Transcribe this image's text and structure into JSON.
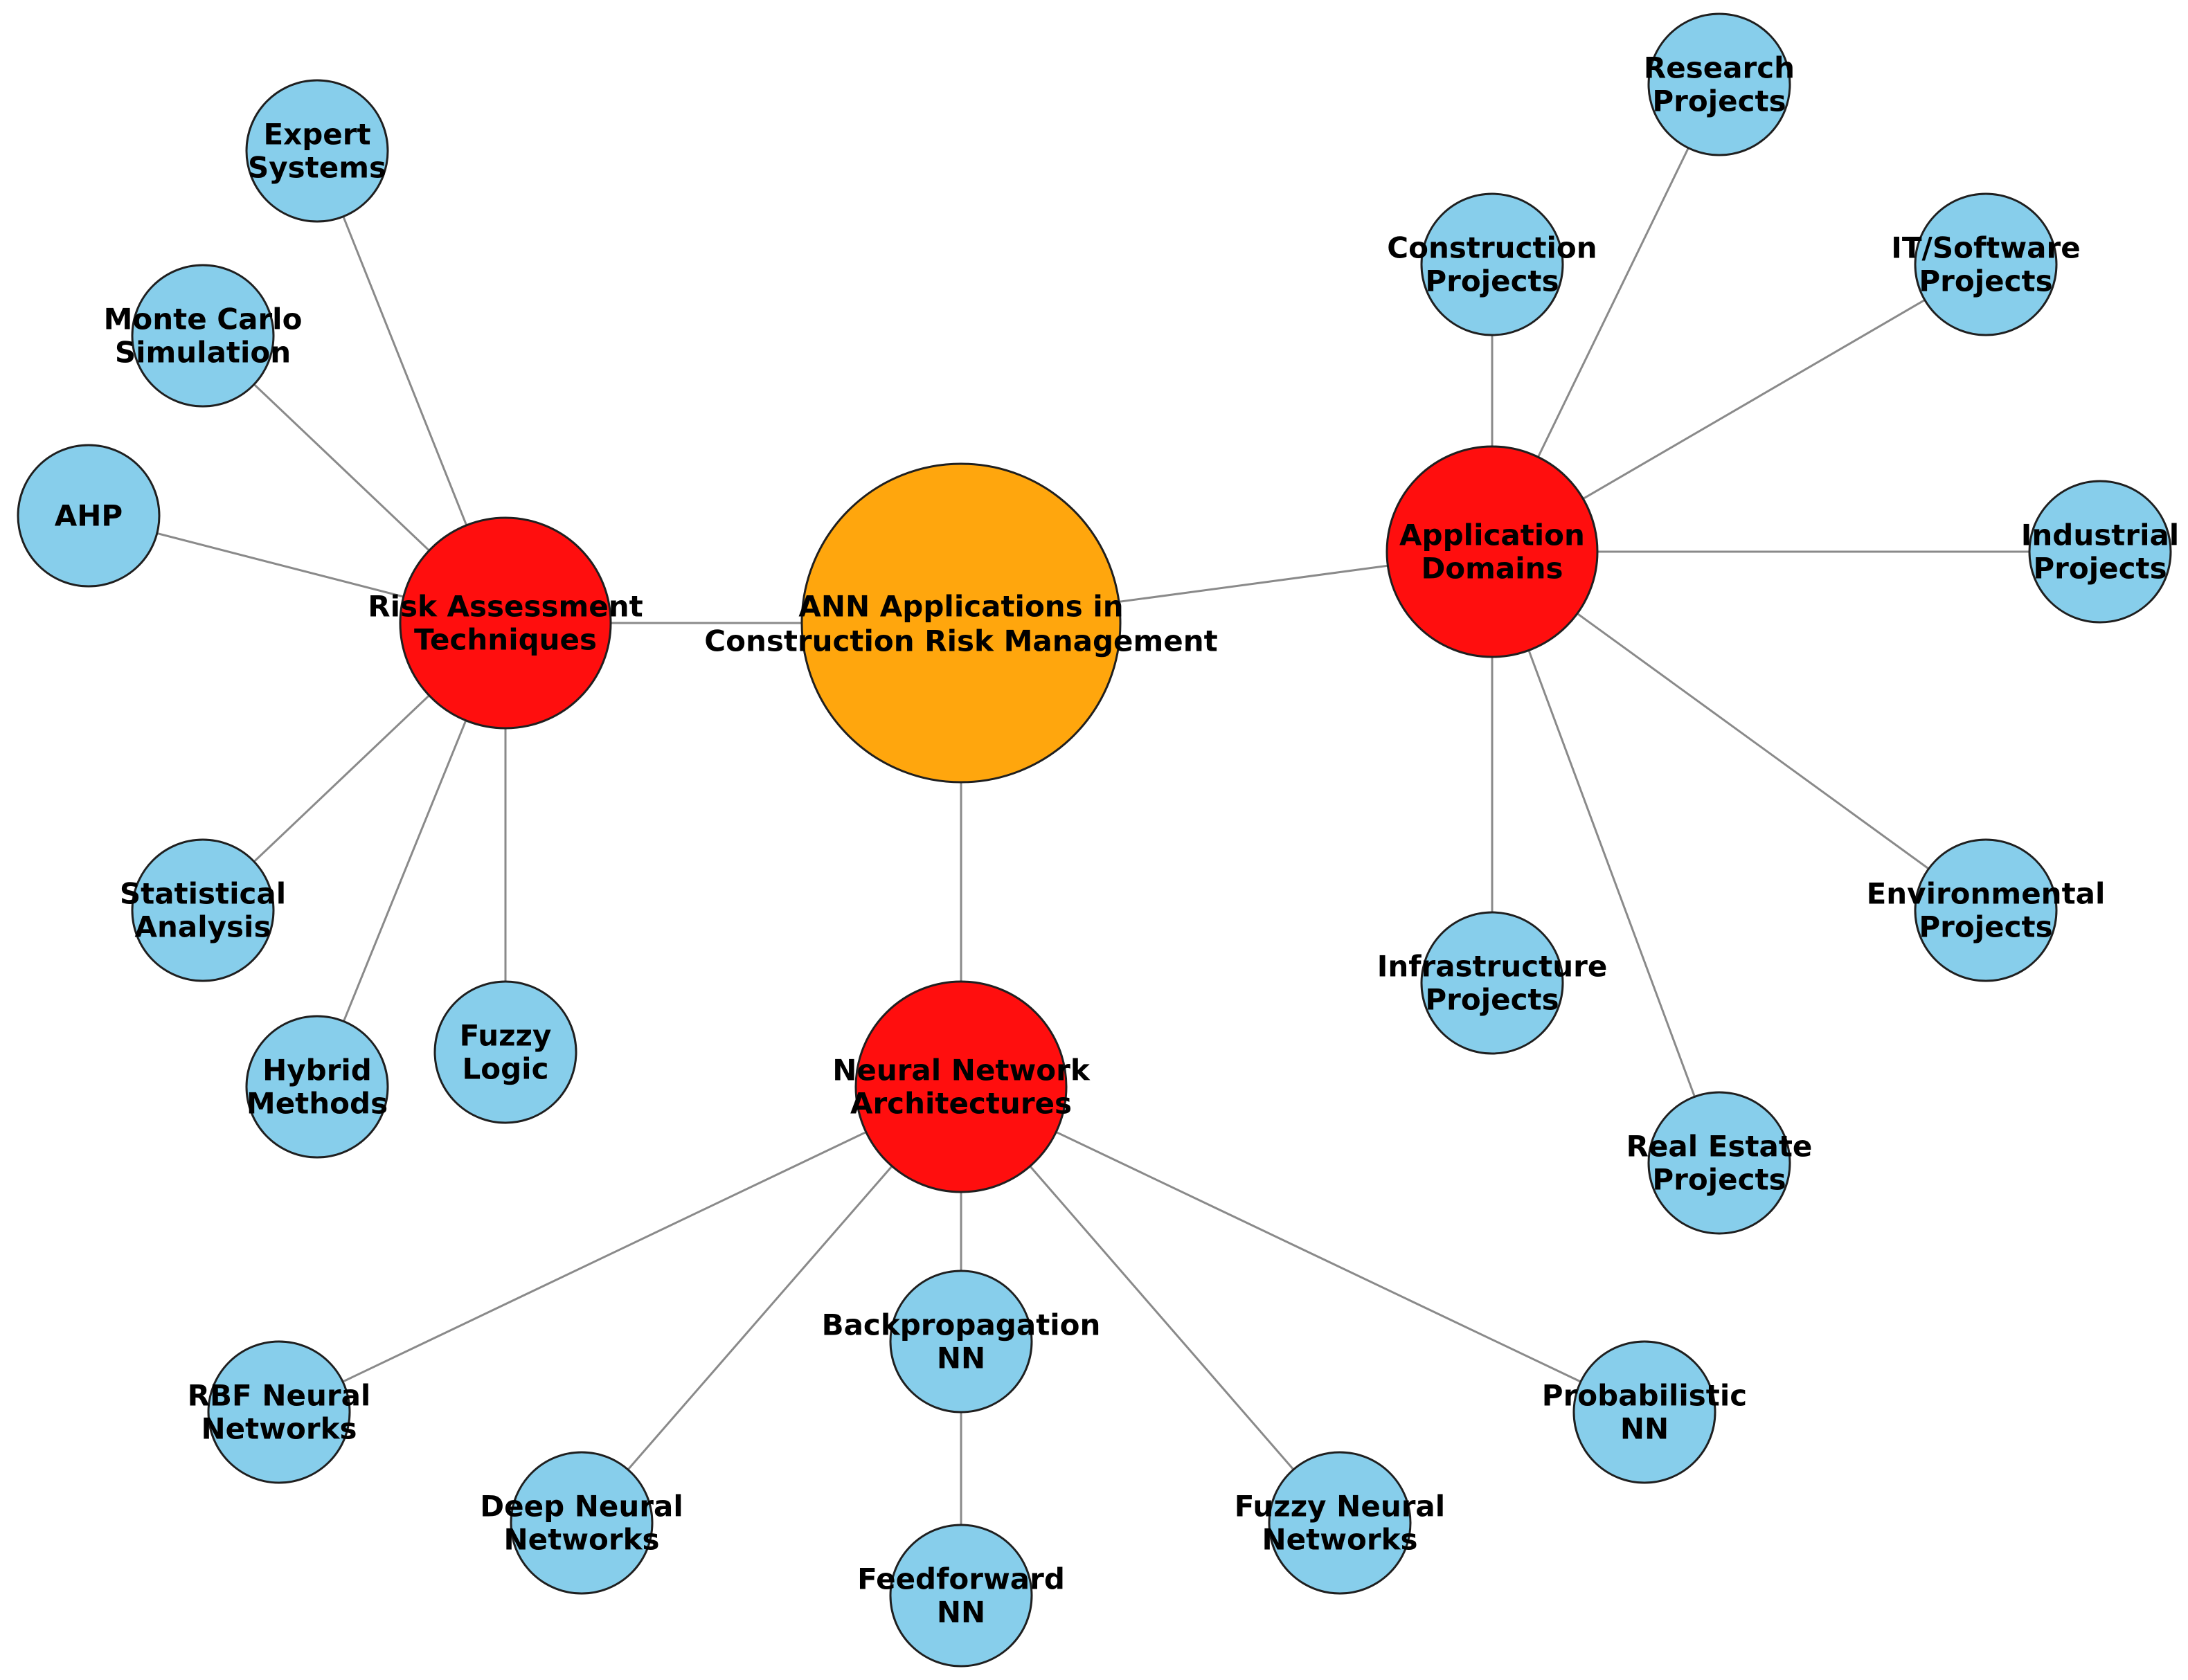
{
  "colors": {
    "center": "#FFA60D",
    "category": "#FF0E0E",
    "leaf": "#87CEEB",
    "edge": "#8a8a8a",
    "stroke": "#1f1f1f"
  },
  "nodes": [
    {
      "id": "ann",
      "kind": "center",
      "label": [
        "ANN Applications in",
        "Construction Risk Management"
      ]
    },
    {
      "id": "risk",
      "kind": "category",
      "label": [
        "Risk Assessment",
        "Techniques"
      ]
    },
    {
      "id": "app",
      "kind": "category",
      "label": [
        "Application",
        "Domains"
      ]
    },
    {
      "id": "nn",
      "kind": "category",
      "label": [
        "Neural Network",
        "Architectures"
      ]
    },
    {
      "id": "expert",
      "kind": "leaf",
      "label": [
        "Expert",
        "Systems"
      ]
    },
    {
      "id": "monte",
      "kind": "leaf",
      "label": [
        "Monte Carlo",
        "Simulation"
      ]
    },
    {
      "id": "ahp",
      "kind": "leaf",
      "label": [
        "AHP"
      ]
    },
    {
      "id": "stat",
      "kind": "leaf",
      "label": [
        "Statistical",
        "Analysis"
      ]
    },
    {
      "id": "hybrid",
      "kind": "leaf",
      "label": [
        "Hybrid",
        "Methods"
      ]
    },
    {
      "id": "fuzzy",
      "kind": "leaf",
      "label": [
        "Fuzzy",
        "Logic"
      ]
    },
    {
      "id": "research",
      "kind": "leaf",
      "label": [
        "Research",
        "Projects"
      ]
    },
    {
      "id": "construction",
      "kind": "leaf",
      "label": [
        "Construction",
        "Projects"
      ]
    },
    {
      "id": "it",
      "kind": "leaf",
      "label": [
        "IT/Software",
        "Projects"
      ]
    },
    {
      "id": "industrial",
      "kind": "leaf",
      "label": [
        "Industrial",
        "Projects"
      ]
    },
    {
      "id": "environmental",
      "kind": "leaf",
      "label": [
        "Environmental",
        "Projects"
      ]
    },
    {
      "id": "infrastructure",
      "kind": "leaf",
      "label": [
        "Infrastructure",
        "Projects"
      ]
    },
    {
      "id": "realestate",
      "kind": "leaf",
      "label": [
        "Real Estate",
        "Projects"
      ]
    },
    {
      "id": "rbf",
      "kind": "leaf",
      "label": [
        "RBF Neural",
        "Networks"
      ]
    },
    {
      "id": "deep",
      "kind": "leaf",
      "label": [
        "Deep Neural",
        "Networks"
      ]
    },
    {
      "id": "backprop",
      "kind": "leaf",
      "label": [
        "Backpropagation",
        "NN"
      ]
    },
    {
      "id": "feedforward",
      "kind": "leaf",
      "label": [
        "Feedforward",
        "NN"
      ]
    },
    {
      "id": "fuzzynn",
      "kind": "leaf",
      "label": [
        "Fuzzy Neural",
        "Networks"
      ]
    },
    {
      "id": "prob",
      "kind": "leaf",
      "label": [
        "Probabilistic",
        "NN"
      ]
    }
  ],
  "edges": [
    [
      "ann",
      "risk"
    ],
    [
      "ann",
      "app"
    ],
    [
      "ann",
      "nn"
    ],
    [
      "risk",
      "expert"
    ],
    [
      "risk",
      "monte"
    ],
    [
      "risk",
      "ahp"
    ],
    [
      "risk",
      "stat"
    ],
    [
      "risk",
      "hybrid"
    ],
    [
      "risk",
      "fuzzy"
    ],
    [
      "app",
      "research"
    ],
    [
      "app",
      "construction"
    ],
    [
      "app",
      "it"
    ],
    [
      "app",
      "industrial"
    ],
    [
      "app",
      "environmental"
    ],
    [
      "app",
      "infrastructure"
    ],
    [
      "app",
      "realestate"
    ],
    [
      "nn",
      "rbf"
    ],
    [
      "nn",
      "deep"
    ],
    [
      "nn",
      "backprop"
    ],
    [
      "nn",
      "fuzzynn"
    ],
    [
      "nn",
      "prob"
    ],
    [
      "backprop",
      "feedforward"
    ]
  ]
}
